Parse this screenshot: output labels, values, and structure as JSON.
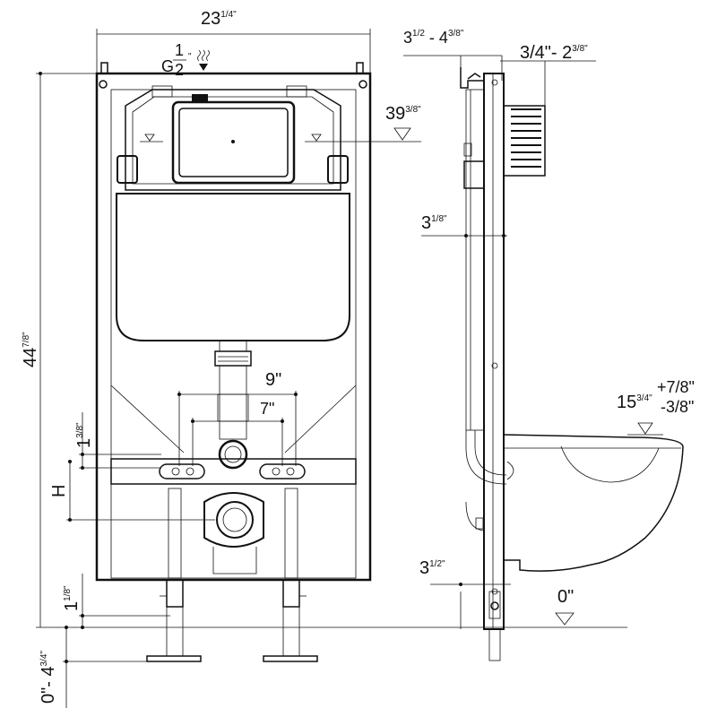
{
  "front_view": {
    "width_main": "23",
    "width_frac": "1/4\"",
    "height_main": "44",
    "height_frac": "7/8\"",
    "inlet_g": "G",
    "inlet_num": "1",
    "inlet_den": "2",
    "inlet_inch": "\"",
    "button_spacing_outer": "9\"",
    "button_spacing_inner": "7\"",
    "offset_main": "1",
    "offset_frac": "3/8\"",
    "h_label": "H",
    "foot_main": "1",
    "foot_frac": "1/8\"",
    "leg_adjust_main": "0\"- 4",
    "leg_adjust_frac": "3/4\""
  },
  "side_view": {
    "wall_depth_a": "3",
    "wall_depth_a_frac": "1/2",
    "wall_depth_b": " - 4",
    "wall_depth_b_frac": "3/8\"",
    "wall_offset_a": "3/4\"- 2",
    "wall_offset_frac": "3/8\"",
    "level_main": "39",
    "level_frac": "3/8\"",
    "frame_depth_main": "3",
    "frame_depth_frac": "1/8\"",
    "seat_main": "15",
    "seat_frac": "3/4\"",
    "seat_tol_plus": "+7/8\"",
    "seat_tol_minus": "-3/8\"",
    "floor_gap_main": "3",
    "floor_gap_frac": "1/2\"",
    "floor_level": "0\""
  },
  "icons": [
    "water-inlet-icon",
    "level-marker-icon"
  ]
}
